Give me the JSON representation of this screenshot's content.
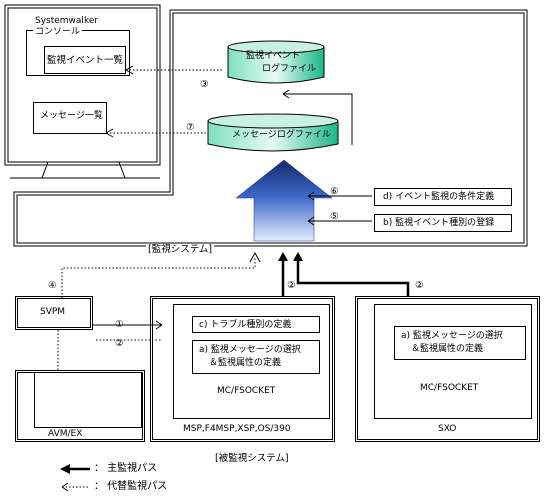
{
  "monitor": {
    "app_title": "Systemwalker",
    "console_label": "コンソール",
    "event_list_label": "監視イベント一覧",
    "message_list_label": "メッセージ一覧"
  },
  "monitoring_system": {
    "label": "[監視システム]",
    "event_log_file": [
      "監視イベント",
      "ログファイル"
    ],
    "message_log_file": "メッセージログファイル",
    "cond_def_box": "d) イベント監視の条件定義",
    "type_reg_box": "b) 監視イベント種別の登録",
    "num_3": "③",
    "num_7": "⑦",
    "num_6": "⑥",
    "num_5": "⑤"
  },
  "monitored": {
    "label": "[被監視システム]",
    "svpm": "SVPM",
    "avm": "AVM/EX",
    "num_4": "④",
    "num_1": "①",
    "num_2": "②",
    "mainframe": {
      "trouble_box": "c) トラブル種別の定義",
      "select_box": [
        "a) 監視メッセージの選択",
        "＆監視属性の定義"
      ],
      "mc_label": "MC/FSOCKET",
      "os_label": "MSP,F4MSP,XSP,OS/390"
    },
    "sxo": {
      "select_box": [
        "a) 監視メッセージの選択",
        "＆監視属性の定義"
      ],
      "mc_label": "MC/FSOCKET",
      "label": "SXO",
      "num_2": "②"
    }
  },
  "legend": {
    "main_path": "：  主監視パス",
    "alt_path": "：  代替監視パス"
  },
  "colors": {
    "arrow_top": "#1a2f8a",
    "arrow_bottom": "#dfe9ff",
    "db_green": "#19c89a",
    "db_light": "#cfeee4"
  }
}
